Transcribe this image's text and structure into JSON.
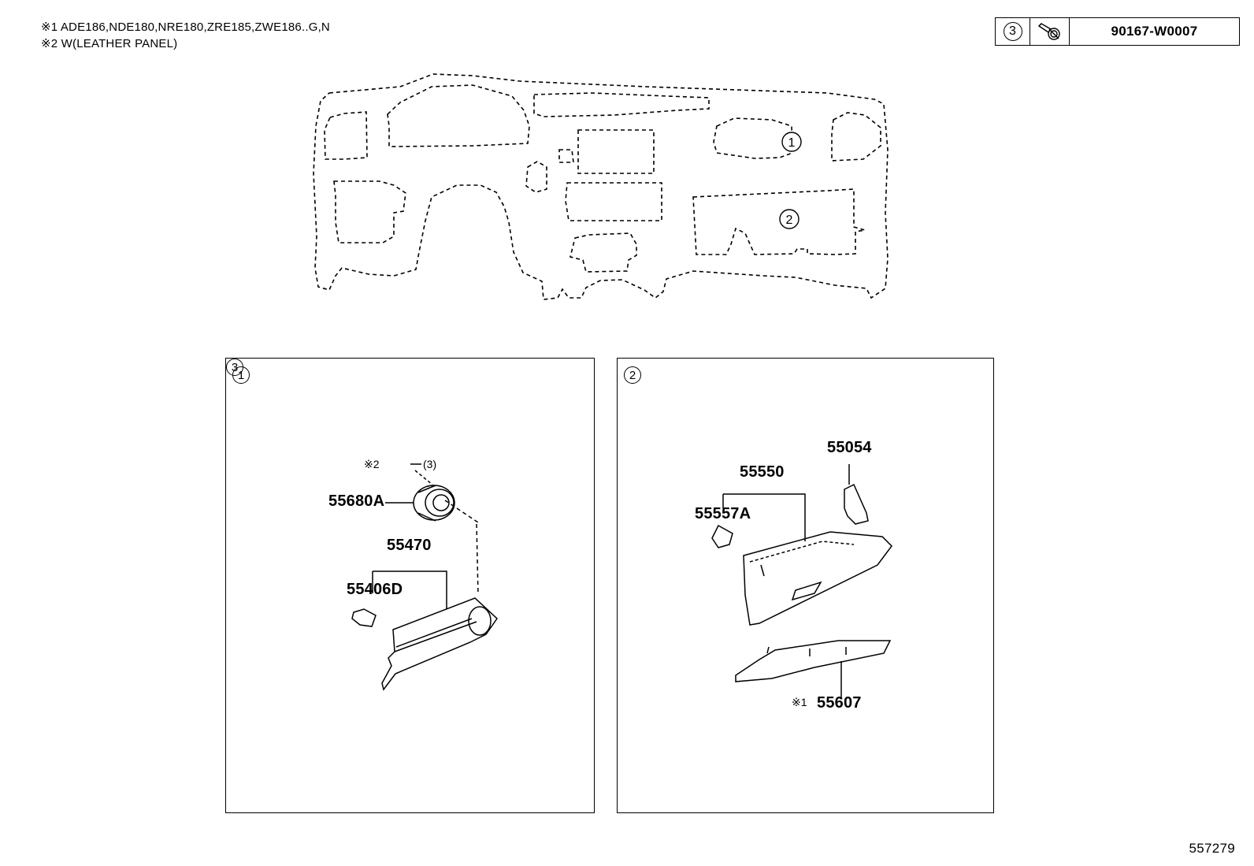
{
  "notes": [
    "※1 ADE186,NDE180,NRE180,ZRE185,ZWE186..G,N",
    "※2 W(LEATHER PANEL)"
  ],
  "legend": {
    "ref": "3",
    "part_number": "90167-W0007",
    "icon": "bolt-icon"
  },
  "overview": {
    "callouts": [
      "1",
      "2"
    ]
  },
  "panel1": {
    "ref": "1",
    "note_mark": "※2",
    "fastener_ref": "3",
    "fastener_qty": "(3)",
    "parts": [
      "55680A",
      "55470",
      "55406D"
    ]
  },
  "panel2": {
    "ref": "2",
    "parts": [
      "55054",
      "55550",
      "55557A"
    ],
    "note_mark": "※1",
    "part_55607": "55607"
  },
  "diagram_number": "557279"
}
